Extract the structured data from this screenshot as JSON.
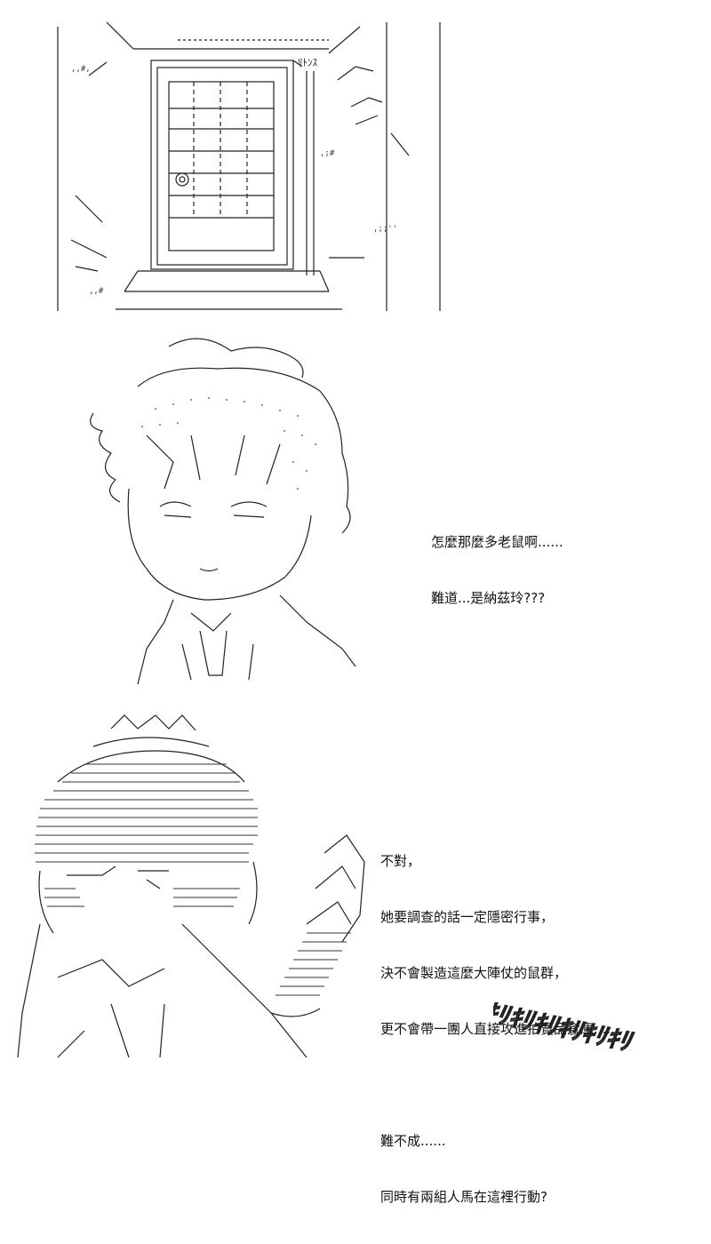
{
  "panels": [
    {
      "id": "door-scene",
      "door_sign": "ﾘﾄﾝｽ"
    },
    {
      "id": "boy-thinking",
      "speech": [
        "怎麼那麼多老鼠啊......",
        "難道...是納茲玲???"
      ]
    },
    {
      "id": "boy-realizing",
      "speech": [
        "不對，",
        "她要調查的話一定隱密行事，",
        "決不會製造這麼大陣仗的鼠群，",
        "更不會帶一團人直接攻進拍賣品倉庫......",
        "",
        "難不成......",
        "同時有兩組人馬在這裡行動?"
      ],
      "sound_effect": "ｷﾘｷﾘｷﾘｷﾘｷﾘｷﾘ"
    }
  ]
}
